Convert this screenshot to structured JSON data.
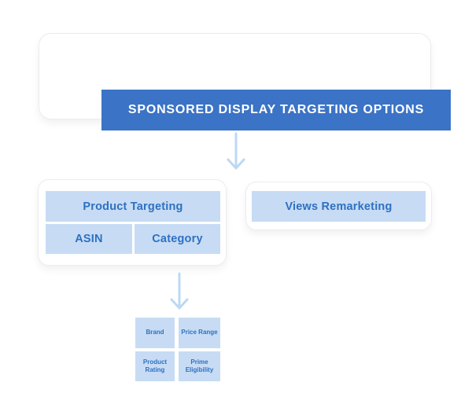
{
  "colors": {
    "page_background": "#ffffff",
    "card_background": "#ffffff",
    "card_border": "#ececec",
    "header_bar_blue": "#3b73c6",
    "header_text": "#ffffff",
    "cell_light_blue": "#c7dcf4",
    "cell_text_blue": "#2e70c2",
    "arrow_blue": "#bdd8f4"
  },
  "diagram": {
    "title": "SPONSORED DISPLAY TARGETING OPTIONS",
    "product_targeting": {
      "label": "Product Targeting",
      "children": [
        "ASIN",
        "Category"
      ]
    },
    "views_remarketing": {
      "label": "Views Remarketing"
    },
    "refinements": [
      "Brand",
      "Price Range",
      "Product Rating",
      "Prime Eligibility"
    ],
    "icons": {
      "top_connector": "arrow-down-icon",
      "refinements_connector": "arrow-down-icon"
    }
  }
}
